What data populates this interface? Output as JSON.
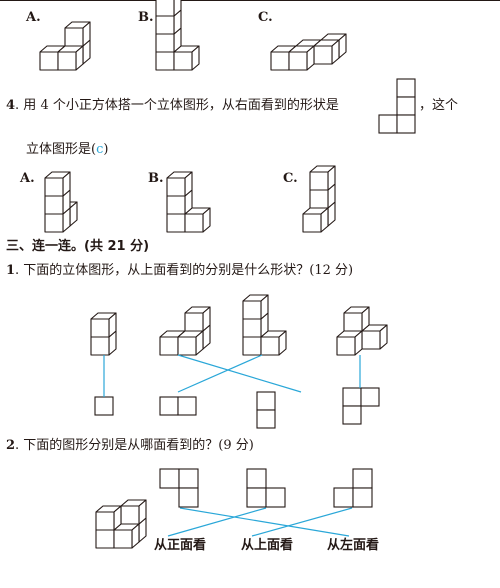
{
  "q3_options": {
    "a": "A.",
    "b": "B.",
    "c": "C."
  },
  "q4": {
    "number": "4",
    "text": ". 用 4 个小正方体搭一个立体图形，从右面看到的形状是",
    "text_tail": "，这个",
    "text_line2": "立体图形是(",
    "answer": "c",
    "close": ")",
    "options": {
      "a": "A.",
      "b": "B.",
      "c": "C."
    }
  },
  "section3": {
    "title": "三、连一连。(共 21 分)"
  },
  "q1": {
    "number": "1",
    "text": ". 下面的立体图形，从上面看到的分别是什么形状？(12 分)"
  },
  "q2": {
    "number": "2",
    "text": ". 下面的图形分别是从哪面看到的？(9 分)",
    "labels": [
      "从正面看",
      "从上面看",
      "从左面看"
    ]
  },
  "colors": {
    "ink": "#231815",
    "answer_line": "#2aa7d8"
  }
}
